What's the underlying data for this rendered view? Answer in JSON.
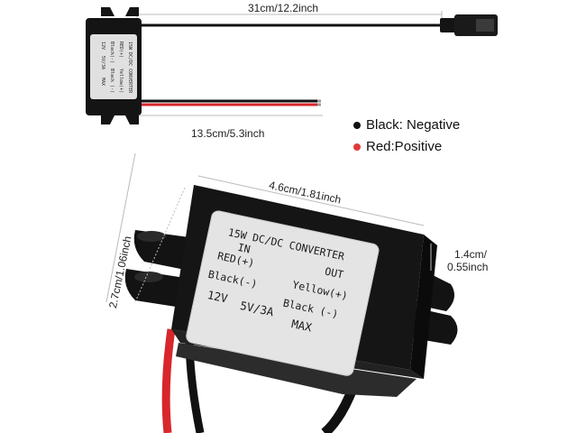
{
  "dimensions": {
    "cable_length": "31cm/12.2inch",
    "lead_length": "13.5cm/5.3inch",
    "width": "4.6cm/1.81inch",
    "depth": "2.7cm/1.06inch",
    "height_line1": "1.4cm/",
    "height_line2": "0.55inch"
  },
  "legend": [
    {
      "label": "Black: Negative",
      "color": "#111111"
    },
    {
      "label": "Red:Positive",
      "color": "#e23a3a"
    }
  ],
  "colors": {
    "case": "#141414",
    "red_wire": "#d8262b",
    "black_wire": "#111111",
    "label_bg": "#e4e4e4",
    "dimension_line": "#b8b8b8"
  },
  "converter_label": {
    "title": "15W DC/DC CONVERTER",
    "in_heading": "IN",
    "out_heading": "OUT",
    "in_positive": "RED(+)",
    "in_negative": "Black(-)",
    "out_positive": "Yellow(+)",
    "out_negative": "Black (-)",
    "input_voltage": "12V",
    "output_rating": "5V/3A",
    "max": "MAX"
  }
}
